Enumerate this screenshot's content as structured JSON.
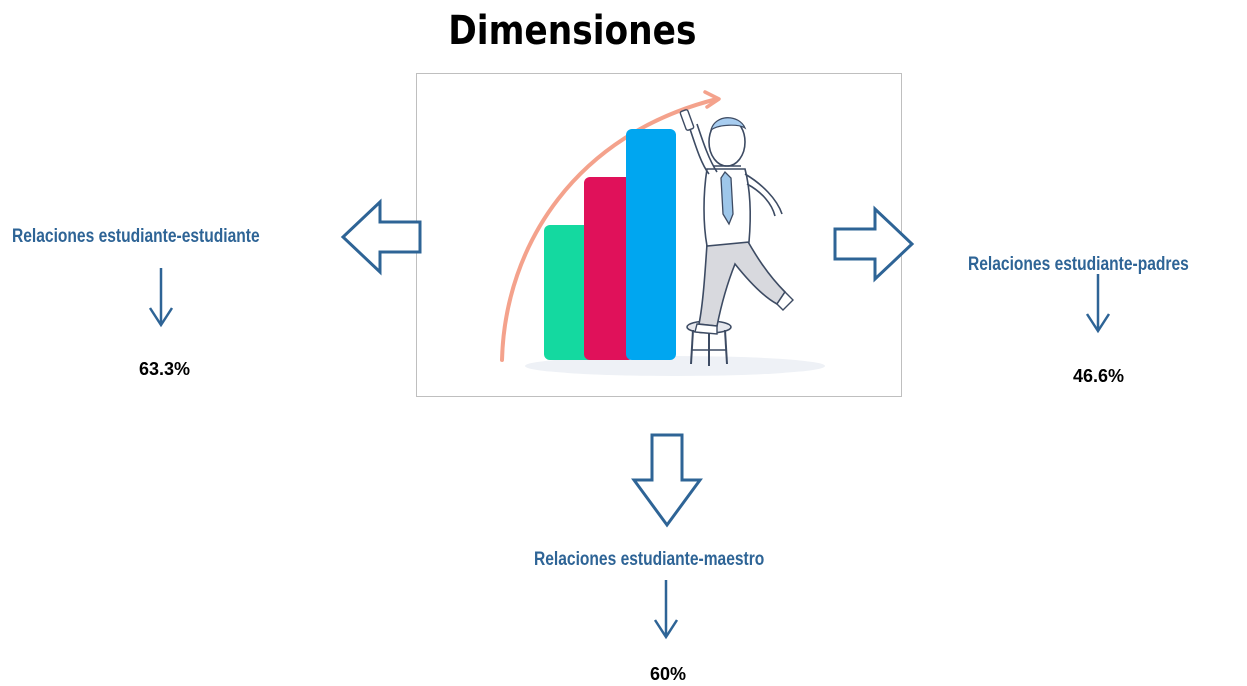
{
  "title": "Dimensiones",
  "colors": {
    "accent": "#2e6496",
    "label": "#2e6496",
    "value": "#000000",
    "bar_green": "#14d9a0",
    "bar_red": "#e0115a",
    "bar_blue": "#00a6f0",
    "growth_arrow": "#f4a28c"
  },
  "illustration": {
    "icon": "business-growth-chart-illustration"
  },
  "dimensions": [
    {
      "label": "Relaciones estudiante-estudiante",
      "value": "63.3%"
    },
    {
      "label": "Relaciones estudiante-padres",
      "value": "46.6%"
    },
    {
      "label": "Relaciones estudiante-maestro",
      "value": "60%"
    }
  ]
}
